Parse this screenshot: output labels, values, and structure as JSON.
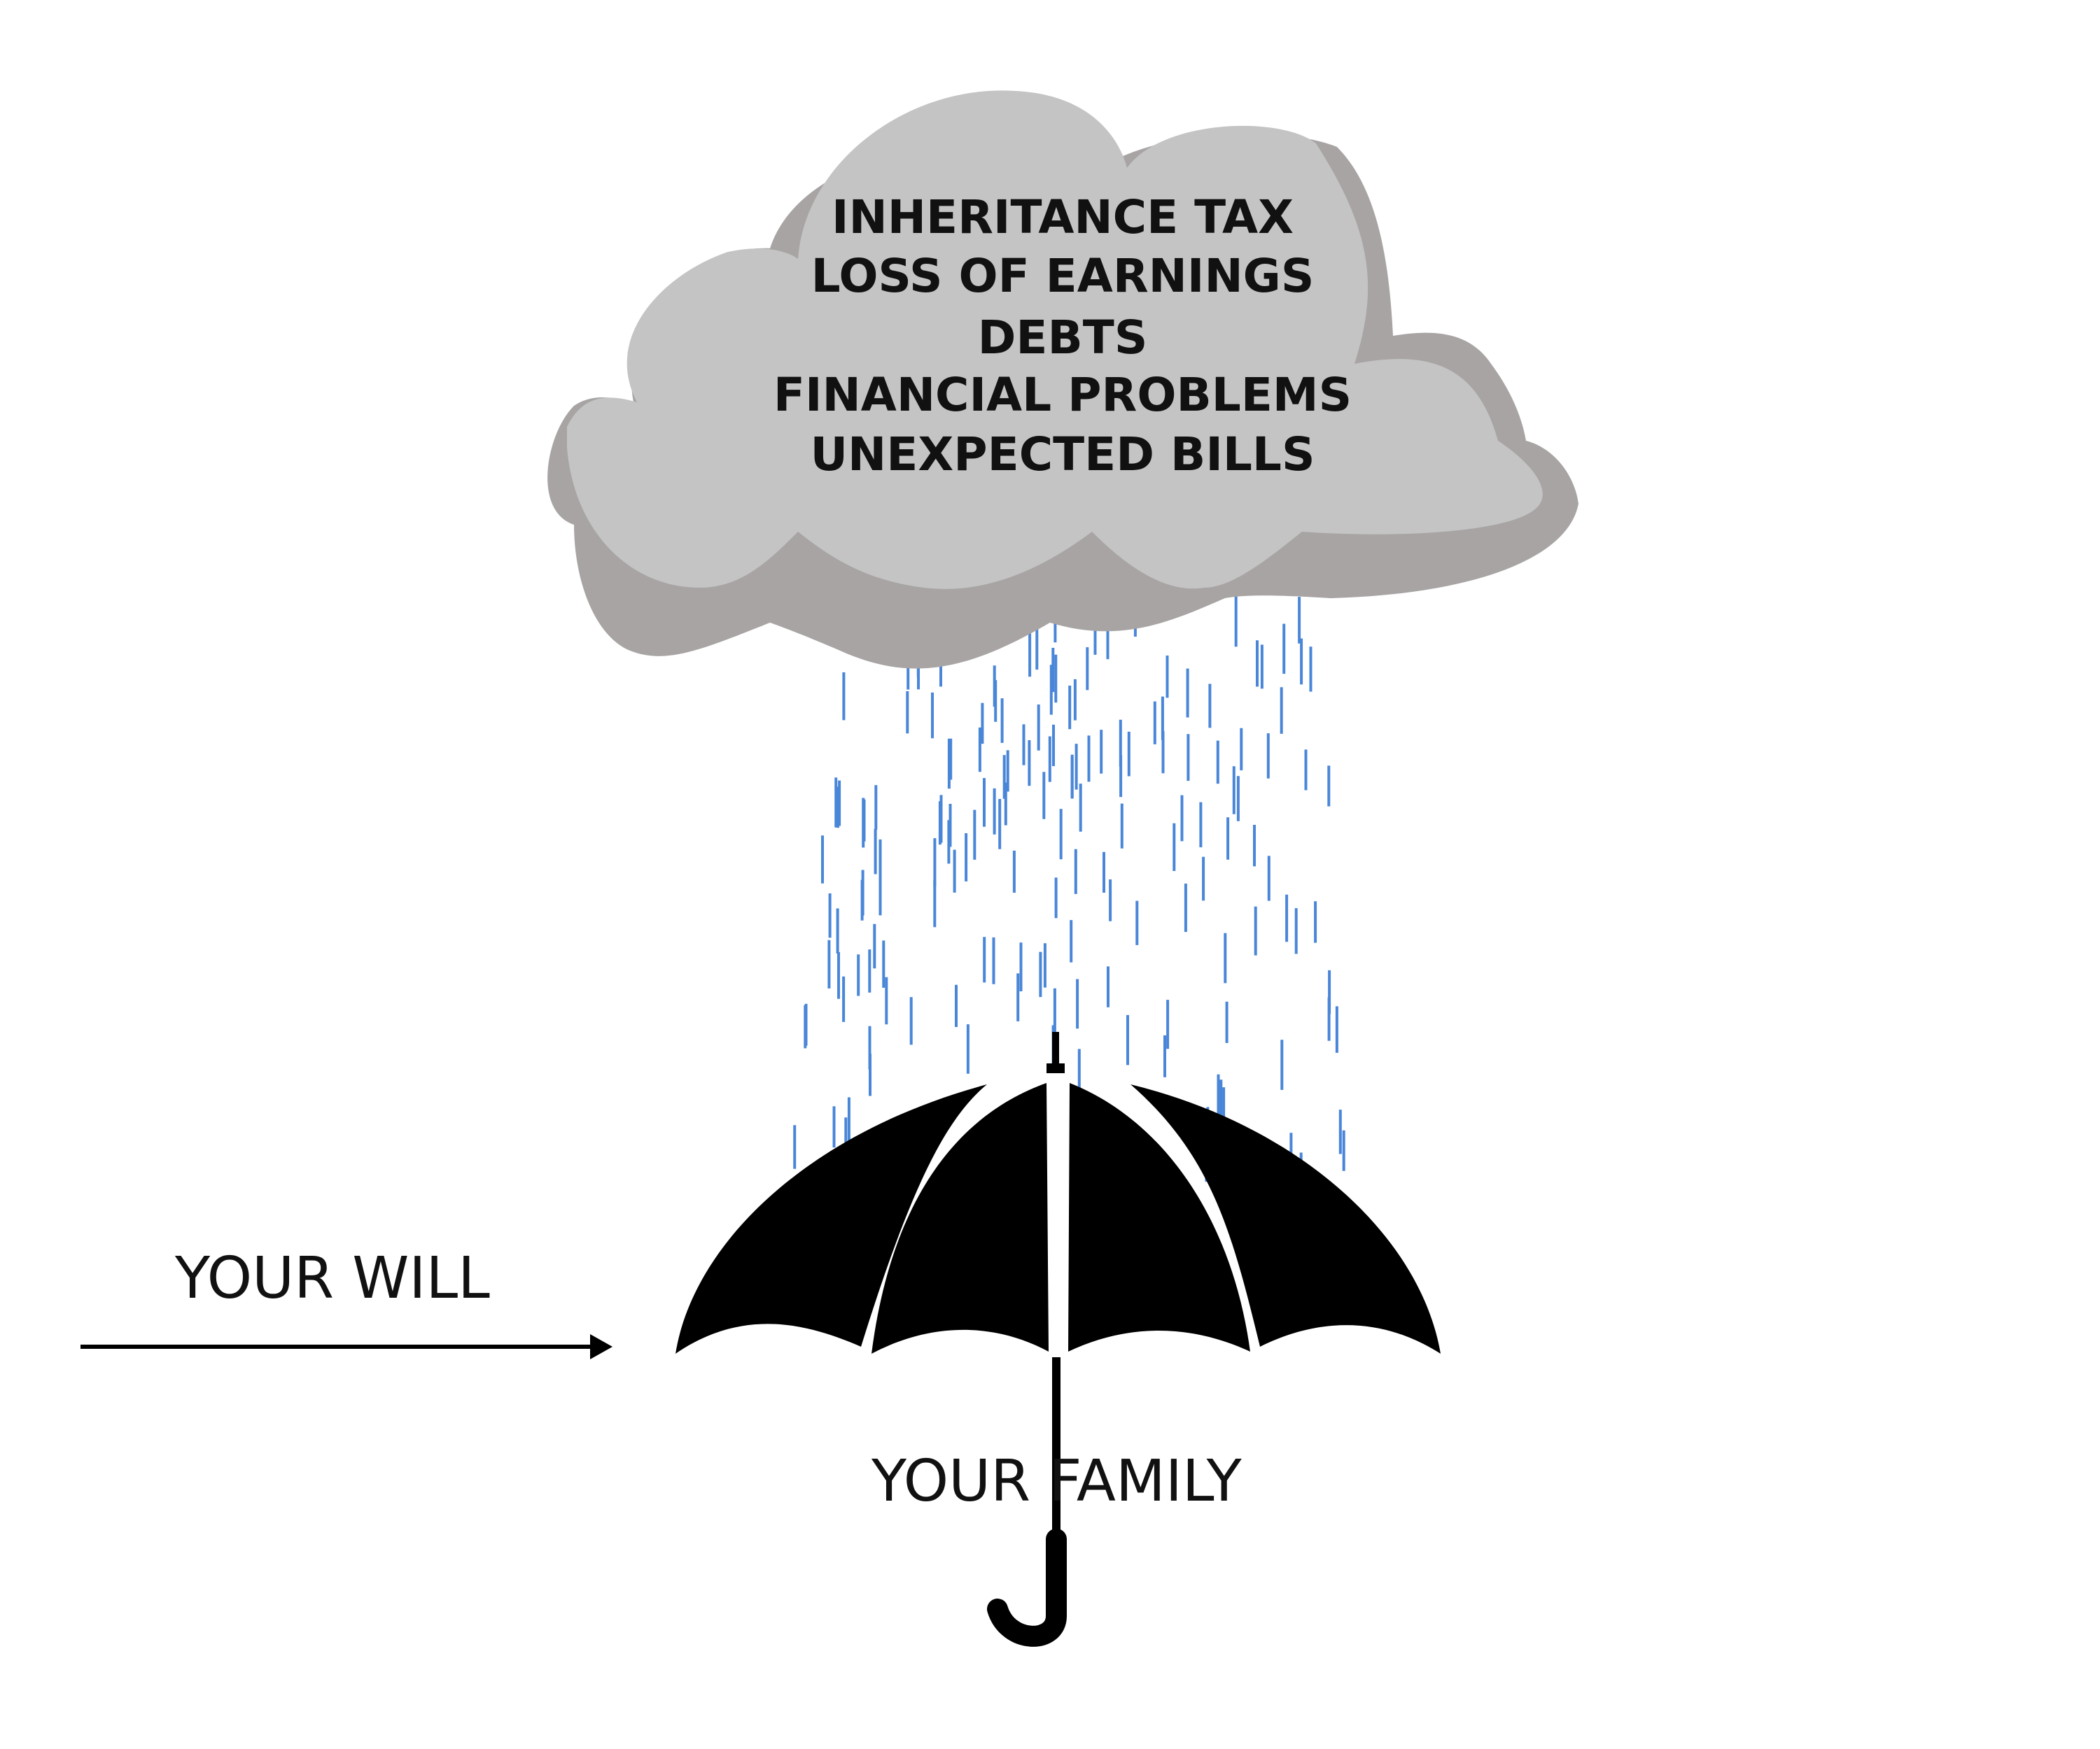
{
  "cloud": {
    "risks": [
      "INHERITANCE TAX",
      "LOSS OF EARNINGS",
      "DEBTS",
      "FINANCIAL PROBLEMS",
      "UNEXPECTED BILLS"
    ]
  },
  "labels": {
    "will": "YOUR WILL",
    "family": "YOUR FAMILY"
  },
  "colors": {
    "cloud_fill": "#c4c4c4",
    "cloud_shadow": "#a8a4a4",
    "rain": "#4a86d8",
    "umbrella": "#000000",
    "text": "#111111"
  },
  "icons": {
    "cloud": "storm-cloud-icon",
    "umbrella": "umbrella-icon",
    "arrow": "arrow-right-icon"
  }
}
